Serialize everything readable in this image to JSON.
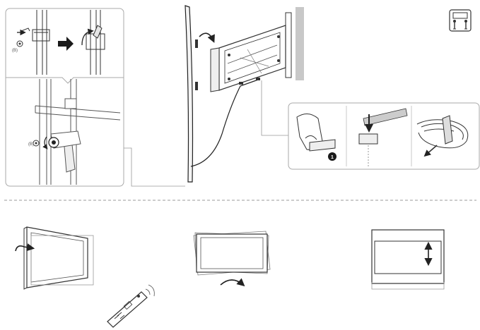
{
  "callouts": {
    "top_screw_label": "(B)",
    "bottom_screw_label": "(B)",
    "cable_step_number": "1"
  },
  "icons": {
    "two_person_lift": "two-person-lift-icon",
    "remote": "remote-control-icon"
  },
  "colors": {
    "line": "#333333",
    "panel_border": "#aaaaaa",
    "wall": "#c8c8c8",
    "divider": "#999999"
  }
}
